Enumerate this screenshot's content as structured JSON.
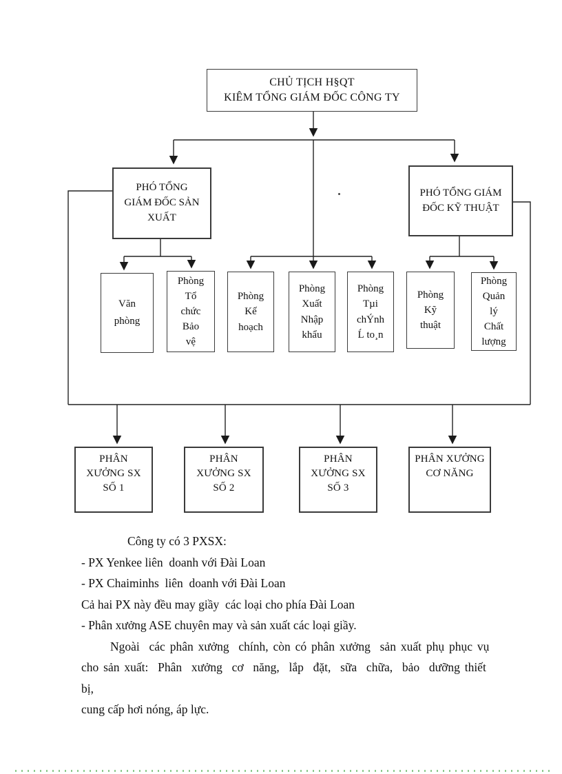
{
  "org_chart": {
    "chairman": "CHỦ TỊCH H§QT\nKIÊM TỔNG GIÁM ĐỐC CÔNG TY",
    "vp_production": "PHÓ TỔNG\nGIÁM ĐỐC SẢN\nXUẤT",
    "vp_technical": "PHÓ TỔNG GIÁM\nĐỐC KỸ THUẬT",
    "departments": [
      "Văn\nphòng",
      "Phòng\nTổ\nchức\nBảo\nvệ",
      "Phòng\nKế\nhoạch",
      "Phòng\nXuất\nNhập\nkhẩu",
      "Phòng\nTµi\nchÝnh\nĹ to¸n",
      "Phòng\nKỹ\nthuật",
      "Phòng\nQuản\nlý\nChất\nlượng"
    ],
    "workshops": [
      "PHÂN\nXƯỞNG SX\nSỐ 1",
      "PHÂN\nXƯỞNG SX\nSỐ 2",
      "PHÂN\nXƯỞNG SX\nSỐ 3",
      "PHÂN XƯỞNG\nCƠ NĂNG"
    ]
  },
  "paragraph": {
    "lines": [
      "Công ty có 3 PXSX:",
      "- PX Yenkee liên  doanh với Đài Loan",
      "- PX Chaiminhs  liên  doanh với Đài Loan",
      "Cả hai PX này đều may giầy  các loại cho phía Đài Loan",
      "- Phân xưởng ASE chuyên may và sản xuất các loại giầy.",
      "Ngoài  các phân xưởng  chính, còn có phân xưởng  sản xuất phụ phục vụ",
      "cho sản xuất:  Phân  xưởng  cơ  năng,  lắp  đặt,  sữa  chữa,  bảo  dưỡng thiết  bị,",
      "cung cấp hơi nóng, áp lực."
    ]
  },
  "colors": {
    "connector_line": "#222222",
    "box_border": "#3a3a3a",
    "bottom_dotted_line": "#8cc88c"
  }
}
